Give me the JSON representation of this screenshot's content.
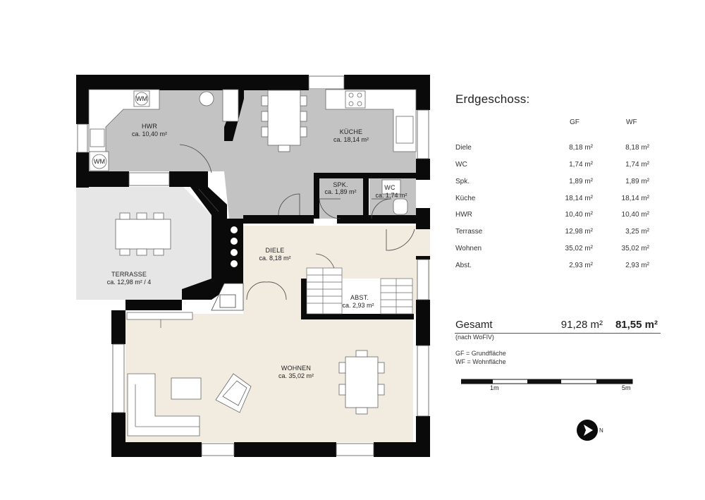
{
  "rooms": {
    "hwr": {
      "name": "HWR",
      "area": "ca. 10,40 m²"
    },
    "kueche": {
      "name": "KÜCHE",
      "area": "ca. 18,14 m²"
    },
    "spk": {
      "name": "SPK.",
      "area": "ca. 1,89 m²"
    },
    "wc": {
      "name": "WC",
      "area": "ca. 1,74 m²"
    },
    "terrasse": {
      "name": "TERRASSE",
      "area": "ca. 12,98 m² / 4"
    },
    "diele": {
      "name": "DIELE",
      "area": "ca. 8,18 m²"
    },
    "abst": {
      "name": "ABST.",
      "area": "ca. 2,93 m²"
    },
    "wohnen": {
      "name": "WOHNEN",
      "area": "ca. 35,02 m²"
    }
  },
  "appliances": {
    "washer_label": "WM"
  },
  "panel": {
    "title": "Erdgeschoss:",
    "col_gf": "GF",
    "col_wf": "WF",
    "rows": [
      {
        "name": "Diele",
        "gf": "8,18 m²",
        "wf": "8,18 m²"
      },
      {
        "name": "WC",
        "gf": "1,74 m²",
        "wf": "1,74 m²"
      },
      {
        "name": "Spk.",
        "gf": "1,89 m²",
        "wf": "1,89 m²"
      },
      {
        "name": "Küche",
        "gf": "18,14 m²",
        "wf": "18,14 m²"
      },
      {
        "name": "HWR",
        "gf": "10,40 m²",
        "wf": "10,40 m²"
      },
      {
        "name": "Terrasse",
        "gf": "12,98 m²",
        "wf": "3,25 m²"
      },
      {
        "name": "Wohnen",
        "gf": "35,02 m²",
        "wf": "35,02 m²"
      },
      {
        "name": "Abst.",
        "gf": "2,93 m²",
        "wf": "2,93 m²"
      }
    ],
    "total_label": "Gesamt",
    "total_gf": "91,28 m²",
    "total_wf": "81,55 m²",
    "total_note": "(nach WoFlV)",
    "legend_gf": "GF = Grundfläche",
    "legend_wf": "WF = Wohnfläche"
  },
  "scale": {
    "label_1m": "1m",
    "label_5m": "5m"
  },
  "compass": {
    "north_label": "N"
  },
  "colors": {
    "wall": "#0a0a0a",
    "service_floor": "#c3c3c3",
    "terrace_floor": "#e6e6e6",
    "living_floor": "#f1ebe0",
    "furniture": "#ffffff"
  }
}
